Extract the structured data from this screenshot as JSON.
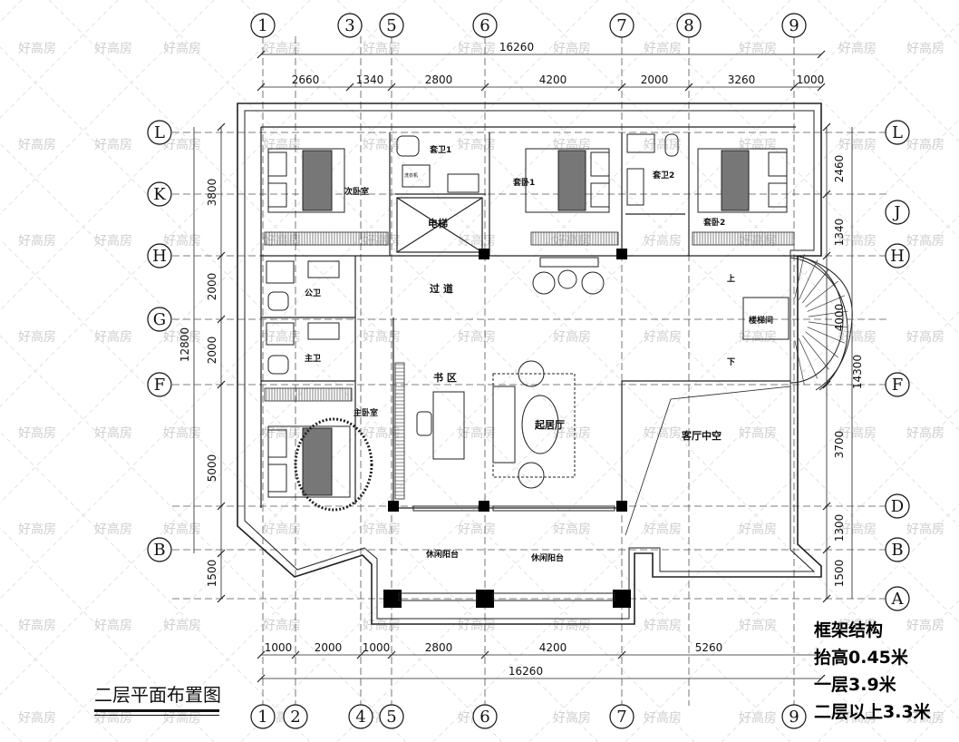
{
  "drawing": {
    "title": "二层平面布置图",
    "notes": [
      "框架结构",
      "抬高0.45米",
      "一层3.9米",
      "二层以上3.3米"
    ],
    "watermark": "好高房"
  },
  "axes": {
    "top": [
      "1",
      "3",
      "5",
      "6",
      "7",
      "8",
      "9"
    ],
    "bottom": [
      "1",
      "2",
      "4",
      "5",
      "6",
      "7",
      "9"
    ],
    "left": [
      "L",
      "K",
      "H",
      "G",
      "F",
      "B"
    ],
    "right": [
      "L",
      "J",
      "H",
      "F",
      "D",
      "B",
      "A"
    ]
  },
  "dimensions": {
    "top_total": "16260",
    "top_segments": [
      "2660",
      "1340",
      "2800",
      "4200",
      "2000",
      "3260",
      "1000"
    ],
    "bottom_total": "16260",
    "bottom_segments": [
      "1000",
      "2000",
      "1000",
      "2800",
      "4200",
      "5260"
    ],
    "left_total": "12800",
    "left_segments": [
      "3800",
      "2000",
      "2000",
      "5000",
      "1500"
    ],
    "right_total": "14300",
    "right_segments": [
      "2460",
      "1340",
      "4000",
      "3700",
      "1300",
      "1500"
    ]
  },
  "rooms": {
    "secondary_bedroom": "次卧室",
    "suite_bath_1": "套卫1",
    "suite_bedroom_1": "套卧1",
    "suite_bath_2": "套卫2",
    "suite_bedroom_2": "套卧2",
    "elevator": "电梯",
    "corridor": "过 道",
    "public_bath": "公卫",
    "master_bath": "主卫",
    "master_bedroom": "主卧室",
    "study": "书 区",
    "sitting_room": "起居厅",
    "stairwell": "楼梯间",
    "living_void": "客厅中空",
    "balcony_1": "休闲阳台",
    "balcony_2": "休闲阳台",
    "laundry": "洗衣机",
    "stair_up": "上",
    "stair_down": "下"
  }
}
